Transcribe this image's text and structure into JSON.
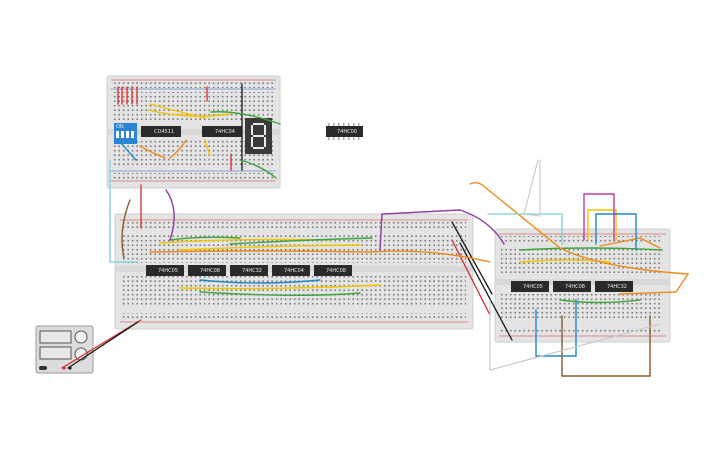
{
  "breadboards": [
    {
      "id": "top",
      "chips": [
        "CD4511",
        "74HC04"
      ],
      "has_dip_switch": true,
      "dip_switch_label": "ON",
      "has_seven_segment": true
    },
    {
      "id": "middle",
      "chips": [
        "74HC05",
        "74HC08",
        "74HC32",
        "74HC04",
        "74HC08"
      ]
    },
    {
      "id": "right",
      "chips": [
        "74HC05",
        "74HC08",
        "74HC32"
      ]
    }
  ],
  "loose_chip": "74HC00",
  "power_supply": {
    "present": true
  },
  "colors": {
    "board": "#e4e4e4",
    "chip": "#2a2a2a",
    "wire_red": "#d62b2b",
    "wire_black": "#1a1a1a",
    "wire_green": "#3fa33f",
    "wire_yellow": "#f2c500",
    "wire_orange": "#ee8a1a",
    "wire_blue": "#1e88c8",
    "wire_purple": "#8e3aa8",
    "wire_brown": "#8b5a2b",
    "wire_teal": "#7fd0d8",
    "wire_white": "#d0d0d0"
  }
}
